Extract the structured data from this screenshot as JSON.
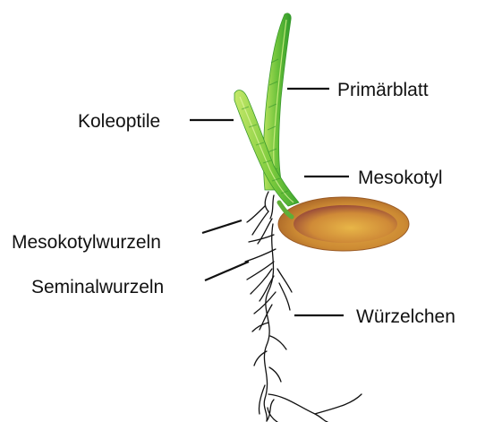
{
  "labels": {
    "primaerblatt": "Primärblatt",
    "koleoptile": "Koleoptile",
    "mesokotyl": "Mesokotyl",
    "mesokotylwurzeln": "Mesokotylwurzeln",
    "seminalwurzeln": "Seminalwurzeln",
    "wuerzelchen": "Würzelchen"
  },
  "colors": {
    "leaf_light": "#a7d84f",
    "leaf_dark": "#2f9a2a",
    "seed_outer": "#c9852e",
    "seed_inner": "#e2a73c",
    "seed_edge": "#9a5a24",
    "root": "#111111"
  }
}
